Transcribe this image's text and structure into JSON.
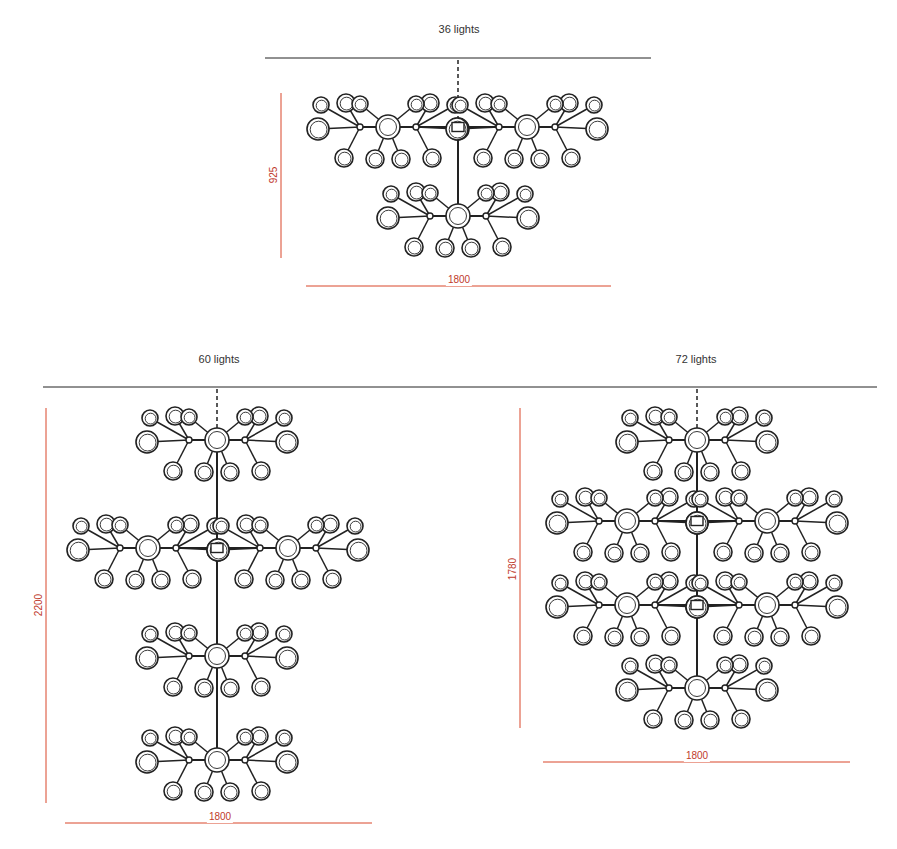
{
  "diagram": {
    "labels": [
      "36 lights",
      "925",
      "1800",
      "60 lights",
      "2200",
      "1800",
      "72 lights",
      "1780",
      "1800"
    ]
  }
}
